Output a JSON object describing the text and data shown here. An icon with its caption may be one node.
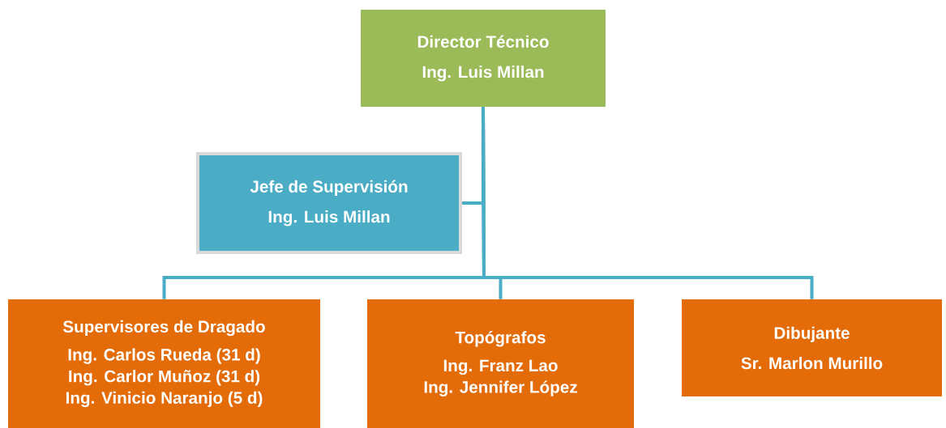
{
  "diagram": {
    "nodes": [
      {
        "text": [
          "Director Técnico",
          "Ing. Luis Millan"
        ]
      },
      {
        "text": [
          "Jefe de Supervisión",
          "Ing. Luis Millan"
        ]
      },
      {
        "text": [
          "Supervisores de Dragado",
          "Ing. Carlos Rueda (31 d)",
          "Ing. Carlor Muñoz (31 d)",
          "Ing. Vinicio Naranjo (5 d)"
        ]
      },
      {
        "text": [
          "Topógrafos",
          "Ing. Franz Lao",
          "Ing. Jennifer López"
        ]
      },
      {
        "text": [
          "Dibujante",
          "Sr. Marlon Murillo"
        ]
      }
    ],
    "edges": [
      {
        "from": 0,
        "to": 1,
        "arrow": "none"
      },
      {
        "from": 0,
        "to": 2,
        "arrow": "none"
      },
      {
        "from": 0,
        "to": 3,
        "arrow": "none"
      },
      {
        "from": 0,
        "to": 4,
        "arrow": "none"
      }
    ]
  }
}
